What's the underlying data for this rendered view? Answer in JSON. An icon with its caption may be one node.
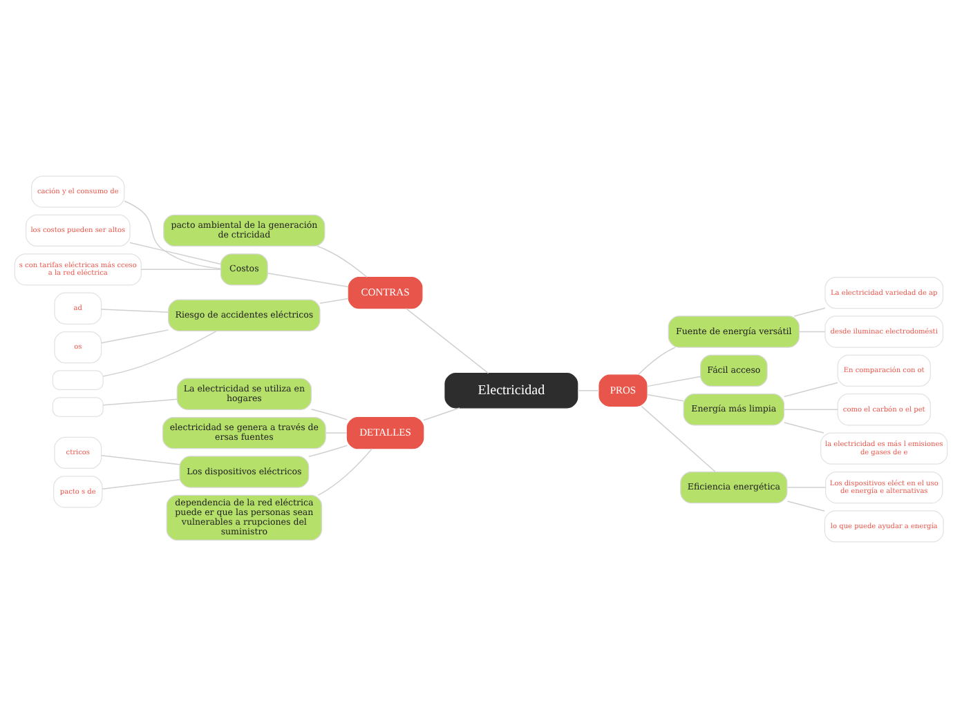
{
  "diagram": {
    "nodes": [
      {
        "text": [
          "Electricidad"
        ]
      },
      {
        "text": [
          "PROS"
        ]
      },
      {
        "text": [
          "Fuente de energía versátil"
        ]
      },
      {
        "text": [
          "La electricidad variedad de ap"
        ]
      },
      {
        "text": [
          "desde iluminac electrodomésti"
        ]
      },
      {
        "text": [
          "Fácil acceso"
        ]
      },
      {
        "text": [
          "Energía más limpia"
        ]
      },
      {
        "text": [
          "En comparación con ot"
        ]
      },
      {
        "text": [
          "como el carbón o el pet"
        ]
      },
      {
        "text": [
          "la electricidad es más l emisiones de gases de e"
        ]
      },
      {
        "text": [
          "Eficiencia energética"
        ]
      },
      {
        "text": [
          "Los dispositivos eléct en el uso de energía e alternativas"
        ]
      },
      {
        "text": [
          "lo que puede ayudar a energía"
        ]
      },
      {
        "text": [
          "CONTRAS"
        ]
      },
      {
        "text": [
          "pacto ambiental de la generación de ctricidad"
        ]
      },
      {
        "text": [
          "Costos"
        ]
      },
      {
        "text": [
          "cación y el consumo de"
        ]
      },
      {
        "text": [
          "los costos pueden ser altos"
        ]
      },
      {
        "text": [
          "s con tarifas eléctricas más cceso a la red eléctrica"
        ]
      },
      {
        "text": [
          "Riesgo de accidentes eléctricos"
        ]
      },
      {
        "text": [
          "ad"
        ]
      },
      {
        "text": [
          "os"
        ]
      },
      {
        "text": [],
        "shape": "box"
      },
      {
        "text": [
          "DETALLES"
        ]
      },
      {
        "text": [
          "La electricidad se utiliza en hogares"
        ]
      },
      {
        "text": [],
        "shape": "box"
      },
      {
        "text": [
          "electricidad se genera a través de ersas fuentes"
        ]
      },
      {
        "text": [
          "Los dispositivos eléctricos"
        ]
      },
      {
        "text": [
          "ctricos"
        ]
      },
      {
        "text": [
          "pacto s de"
        ]
      },
      {
        "text": [
          "dependencia de la red eléctrica puede er que las personas sean vulnerables a rrupciones del suministro"
        ]
      }
    ],
    "edges": [
      {
        "from": 0,
        "to": 1,
        "arrow": "none"
      },
      {
        "from": 1,
        "to": 2,
        "arrow": "none"
      },
      {
        "from": 2,
        "to": 3,
        "arrow": "none"
      },
      {
        "from": 2,
        "to": 4,
        "arrow": "none"
      },
      {
        "from": 1,
        "to": 5,
        "arrow": "none"
      },
      {
        "from": 1,
        "to": 6,
        "arrow": "none"
      },
      {
        "from": 6,
        "to": 7,
        "arrow": "none"
      },
      {
        "from": 6,
        "to": 8,
        "arrow": "none"
      },
      {
        "from": 6,
        "to": 9,
        "arrow": "none"
      },
      {
        "from": 1,
        "to": 10,
        "arrow": "none"
      },
      {
        "from": 10,
        "to": 11,
        "arrow": "none"
      },
      {
        "from": 10,
        "to": 12,
        "arrow": "none"
      },
      {
        "from": 0,
        "to": 13,
        "arrow": "none"
      },
      {
        "from": 13,
        "to": 14,
        "arrow": "none"
      },
      {
        "from": 13,
        "to": 15,
        "arrow": "none"
      },
      {
        "from": 15,
        "to": 16,
        "arrow": "none"
      },
      {
        "from": 15,
        "to": 17,
        "arrow": "none"
      },
      {
        "from": 15,
        "to": 18,
        "arrow": "none"
      },
      {
        "from": 13,
        "to": 19,
        "arrow": "none"
      },
      {
        "from": 19,
        "to": 20,
        "arrow": "none"
      },
      {
        "from": 19,
        "to": 21,
        "arrow": "none"
      },
      {
        "from": 19,
        "to": 22,
        "arrow": "none"
      },
      {
        "from": 0,
        "to": 23,
        "arrow": "none"
      },
      {
        "from": 23,
        "to": 24,
        "arrow": "none"
      },
      {
        "from": 24,
        "to": 25,
        "arrow": "none"
      },
      {
        "from": 23,
        "to": 26,
        "arrow": "none"
      },
      {
        "from": 23,
        "to": 27,
        "arrow": "none"
      },
      {
        "from": 27,
        "to": 28,
        "arrow": "none"
      },
      {
        "from": 27,
        "to": 29,
        "arrow": "none"
      },
      {
        "from": 23,
        "to": 30,
        "arrow": "none"
      }
    ]
  }
}
